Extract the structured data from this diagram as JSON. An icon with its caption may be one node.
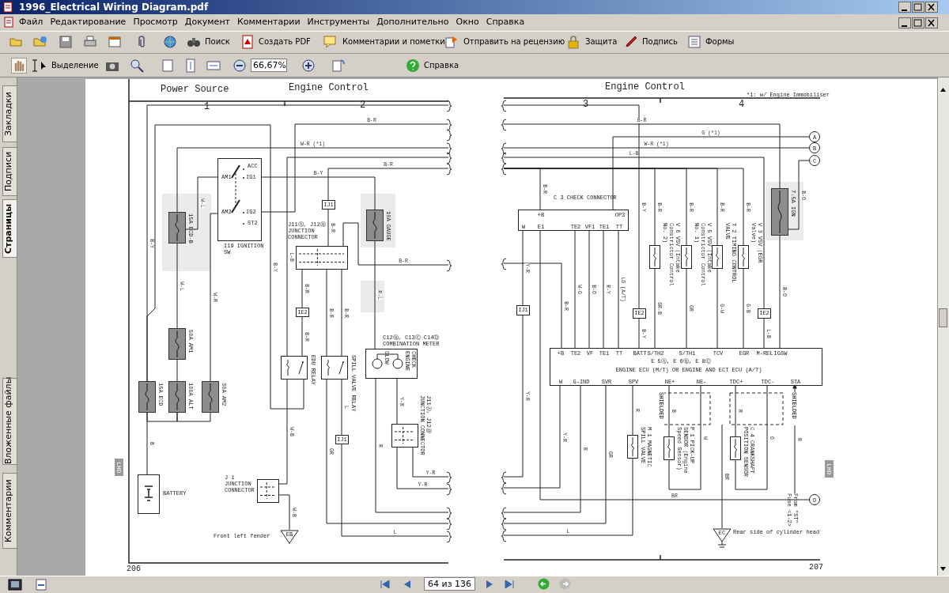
{
  "diagram": {
    "nodes": [
      {
        "text": [
          "15A ECD-B"
        ]
      },
      {
        "text": [
          "ACC",
          "IG1",
          "IG2",
          "ST2",
          "AM1",
          "AM2"
        ],
        "beside": [
          "I19 IGNITION SW"
        ]
      },
      {
        "text": [
          "10A GAUGE"
        ]
      },
      {
        "text": [],
        "shape": "box",
        "beside": [
          "J11Ⓐ, J12Ⓑ JUNCTION CONNECTOR"
        ]
      },
      {
        "text": [
          "IJ1"
        ]
      },
      {
        "text": [
          "IE2"
        ]
      },
      {
        "text": [
          "50A AM1"
        ]
      },
      {
        "text": [
          "15A ECD"
        ]
      },
      {
        "text": [
          "100A ALT"
        ]
      },
      {
        "text": [
          "30A AM2"
        ]
      },
      {
        "text": [
          "BATTERY"
        ]
      },
      {
        "text": [],
        "shape": "box",
        "beside": [
          "EDU RELAY"
        ]
      },
      {
        "text": [],
        "shape": "box",
        "beside": [
          "SPILL VALVE RELAY"
        ]
      },
      {
        "text": [
          "GLOW",
          "CHECK ENGINE"
        ],
        "beside": [
          "C12Ⓑ, C13Ⓒ C14Ⓓ COMBINATION METER"
        ]
      },
      {
        "text": [],
        "shape": "box",
        "beside": [
          "J11Ⓐ, J12Ⓑ JUNCTION CONNECTOR"
        ]
      },
      {
        "text": [
          "IJ1"
        ]
      },
      {
        "text": [],
        "shape": "box",
        "beside": [
          "J 1 JUNCTION CONNECTOR"
        ]
      },
      {
        "text": [
          "EB"
        ],
        "beside": [
          "Front left fender"
        ]
      },
      {
        "text": [
          "+B",
          "OP3",
          "W",
          "E1",
          "TE2",
          "VF1",
          "TE1",
          "TT"
        ],
        "beside": [
          "C 3 CHECK CONNECTOR"
        ]
      },
      {
        "text": [
          "IJ1"
        ]
      },
      {
        "text": [
          "IE2"
        ]
      },
      {
        "text": [],
        "shape": "box",
        "beside": [
          "V 6 VSV (Intake Constrictor Control No. 2)"
        ]
      },
      {
        "text": [],
        "shape": "box",
        "beside": [
          "V 5 VSV (Intake Constrictor Control No. 1)"
        ]
      },
      {
        "text": [],
        "shape": "box",
        "beside": [
          "T 2 TIMING CONTROL VALVE"
        ]
      },
      {
        "text": [],
        "shape": "box",
        "beside": [
          "V 3 VSV (EGR Valve)"
        ]
      },
      {
        "text": [
          "IE2"
        ]
      },
      {
        "text": [
          "7.5A IGN"
        ]
      },
      {
        "text": [
          "+B",
          "TE2",
          "VF",
          "TE1",
          "TT",
          "BATT",
          "S/TH2",
          "S/TH1",
          "TCV",
          "EGR",
          "M-REL",
          "IGSW",
          "E 5Ⓐ, E 6Ⓑ, E 8Ⓒ",
          "ENGINE ECU (M/T) OR ENGINE AND ECT ECU (A/T)",
          "W",
          "G-IND",
          "SVR",
          "SPV",
          "NE+",
          "NE-",
          "TDC+",
          "TDC-",
          "STA"
        ]
      },
      {
        "text": [],
        "shape": "box",
        "beside": [
          "M 1 MAGNETIC SPILL VALVE"
        ]
      },
      {
        "text": [],
        "shape": "box",
        "beside": [
          "P 1 PICK-UP SENSOR (Engine Speed Sensor)"
        ]
      },
      {
        "text": [],
        "shape": "box",
        "beside": [
          "C 4 CRANKSHAFT POSITION SENSOR"
        ]
      },
      {
        "text": [
          "EC"
        ],
        "beside": [
          "Rear side of cylinder head"
        ]
      },
      {
        "text": [
          "A"
        ]
      },
      {
        "text": [
          "B"
        ]
      },
      {
        "text": [
          "C"
        ]
      },
      {
        "text": [
          "D"
        ]
      },
      {
        "text": [
          "From \"ST\" Fuse <1-2>"
        ]
      }
    ],
    "edges": [
      {
        "from": 7,
        "to": 10,
        "arrow": "none",
        "label": "B"
      },
      {
        "from": 7,
        "to": 8,
        "arrow": "none"
      },
      {
        "from": 8,
        "to": 9,
        "arrow": "none"
      },
      {
        "from": 8,
        "to": 6,
        "arrow": "none"
      },
      {
        "from": 0,
        "to": 6,
        "arrow": "none",
        "label": "W-L"
      },
      {
        "from": 1,
        "to": 0,
        "arrow": "none",
        "label": "W-L"
      },
      {
        "from": 9,
        "to": 1,
        "arrow": "none",
        "label": "W-R"
      },
      {
        "from": 0,
        "to": null,
        "arrow": "none",
        "label": "W-R (*1)"
      },
      {
        "from": 1,
        "to": 2,
        "arrow": "none",
        "label": "B-Y"
      },
      {
        "from": 1,
        "to": null,
        "arrow": "none",
        "label": "B-R"
      },
      {
        "from": 2,
        "to": 13,
        "arrow": "none",
        "label": "R-L"
      },
      {
        "from": 3,
        "to": 4,
        "arrow": "none",
        "label": "B-R"
      },
      {
        "from": 4,
        "to": null,
        "arrow": "none",
        "label": "B-R"
      },
      {
        "from": 3,
        "to": null,
        "arrow": "none",
        "label": "B-R"
      },
      {
        "from": 3,
        "to": 5,
        "arrow": "none",
        "label": "B-R"
      },
      {
        "from": 5,
        "to": 11,
        "arrow": "none",
        "label": "B-R"
      },
      {
        "from": null,
        "to": 11,
        "arrow": "none",
        "label": "L-B"
      },
      {
        "from": 7,
        "to": null,
        "arrow": "none",
        "label": "B-Y"
      },
      {
        "from": 7,
        "to": 11,
        "arrow": "none",
        "label": "B-Y"
      },
      {
        "from": 11,
        "to": 16,
        "arrow": "none",
        "label": "W-B"
      },
      {
        "from": 16,
        "to": 17,
        "arrow": "none",
        "label": "W-B"
      },
      {
        "from": 3,
        "to": 12,
        "arrow": "none",
        "label": "B-R"
      },
      {
        "from": 3,
        "to": 12,
        "arrow": "none",
        "label": "B-R"
      },
      {
        "from": 12,
        "to": null,
        "arrow": "none",
        "label": "GR"
      },
      {
        "from": 12,
        "to": 15,
        "arrow": "none",
        "label": "L"
      },
      {
        "from": 15,
        "to": null,
        "arrow": "none",
        "label": "L"
      },
      {
        "from": 13,
        "to": null,
        "arrow": "none",
        "label": "R"
      },
      {
        "from": 13,
        "to": 14,
        "arrow": "none",
        "label": "Y-R"
      },
      {
        "from": 14,
        "to": null,
        "arrow": "none",
        "label": "Y-R"
      },
      {
        "from": 14,
        "to": null,
        "arrow": "none",
        "label": "Y-R"
      },
      {
        "from": null,
        "to": 20,
        "arrow": "none",
        "label": "B-Y"
      },
      {
        "from": 20,
        "to": 27,
        "arrow": "none",
        "label": "B-Y"
      },
      {
        "from": null,
        "to": 26,
        "arrow": "none",
        "label": "B-R"
      },
      {
        "from": 18,
        "to": 32,
        "arrow": "none",
        "label": "G (*1)"
      },
      {
        "from": null,
        "to": 33,
        "arrow": "none",
        "label": "W-R (*1)"
      },
      {
        "from": null,
        "to": 25,
        "arrow": "none",
        "label": "L-B"
      },
      {
        "from": 25,
        "to": 27,
        "arrow": "none",
        "label": "L-B"
      },
      {
        "from": 34,
        "to": 26,
        "arrow": "none",
        "label": "B-O"
      },
      {
        "from": 26,
        "to": 27,
        "arrow": "none",
        "label": "B-O"
      },
      {
        "from": null,
        "to": 18,
        "arrow": "none",
        "label": "B-R"
      },
      {
        "from": null,
        "to": 21,
        "arrow": "none",
        "label": "B-R"
      },
      {
        "from": null,
        "to": 22,
        "arrow": "none",
        "label": "B-R"
      },
      {
        "from": null,
        "to": 23,
        "arrow": "none",
        "label": "B-R"
      },
      {
        "from": null,
        "to": 24,
        "arrow": "none",
        "label": "B-R"
      },
      {
        "from": 18,
        "to": 19,
        "arrow": "none",
        "label": "Y-R"
      },
      {
        "from": 19,
        "to": null,
        "arrow": "none",
        "label": "Y-R"
      },
      {
        "from": 18,
        "to": 35,
        "arrow": "none",
        "label": "BR"
      },
      {
        "from": 18,
        "to": 27,
        "arrow": "none",
        "label": "W-G"
      },
      {
        "from": 18,
        "to": 27,
        "arrow": "none",
        "label": "B-O"
      },
      {
        "from": 18,
        "to": 27,
        "arrow": "none",
        "label": "R-Y"
      },
      {
        "from": 18,
        "to": 27,
        "arrow": "none",
        "label": "LG (A/T)"
      },
      {
        "from": null,
        "to": 27,
        "arrow": "none",
        "label": "B-R"
      },
      {
        "from": 21,
        "to": 27,
        "arrow": "none",
        "label": "GR-B"
      },
      {
        "from": 22,
        "to": 27,
        "arrow": "none",
        "label": "GR"
      },
      {
        "from": 23,
        "to": 27,
        "arrow": "none",
        "label": "G-W"
      },
      {
        "from": 24,
        "to": 27,
        "arrow": "none",
        "label": "G-B"
      },
      {
        "from": 27,
        "to": null,
        "arrow": "none",
        "label": "Y-R"
      },
      {
        "from": 27,
        "to": null,
        "arrow": "none",
        "label": "R"
      },
      {
        "from": 27,
        "to": null,
        "arrow": "none",
        "label": "GR"
      },
      {
        "from": 27,
        "to": 28,
        "arrow": "none",
        "label": "R"
      },
      {
        "from": 28,
        "to": null,
        "arrow": "none",
        "label": "L"
      },
      {
        "from": 27,
        "to": 29,
        "arrow": "none",
        "label": "B"
      },
      {
        "from": 27,
        "to": 29,
        "arrow": "none",
        "label": "W"
      },
      {
        "from": 27,
        "to": 30,
        "arrow": "none",
        "label": "R"
      },
      {
        "from": 27,
        "to": 30,
        "arrow": "none",
        "label": "G"
      },
      {
        "from": null,
        "to": 31,
        "arrow": "none",
        "label": "BR"
      },
      {
        "from": 36,
        "to": 27,
        "arrow": "to",
        "label": "R"
      }
    ],
    "labels": [
      "1996_Electrical Wiring Diagram.pdf",
      "Файл",
      "Редактирование",
      "Просмотр",
      "Документ",
      "Комментарии",
      "Инструменты",
      "Дополнительно",
      "Окно",
      "Справка",
      "Поиск",
      "Создать PDF",
      "Комментарии и пометки",
      "Отправить на рецензию",
      "Защита",
      "Подпись",
      "Формы",
      "Выделение",
      "66,67%",
      "Справка",
      "Закладки",
      "Подписи",
      "Страницы",
      "Вложенные файлы",
      "Комментарии",
      "Power Source",
      "Engine Control",
      "1",
      "2",
      "Engine Control",
      "*1: w/ Engine Immobiliser",
      "3",
      "4",
      "SHIELDED",
      "SHIELDED",
      "206",
      "207",
      "LHD",
      "LHD",
      "64 из 136"
    ]
  }
}
